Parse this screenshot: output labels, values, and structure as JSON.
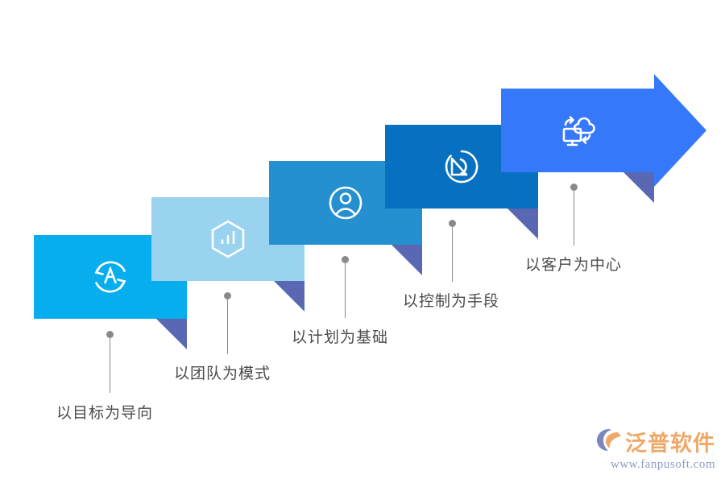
{
  "diagram": {
    "title": "",
    "type": "ascending-ribbon-steps",
    "steps": [
      {
        "index": 1,
        "label": "以目标为导向",
        "icon": "rotating-arrow-a-icon",
        "color": "#06aeee",
        "fold_color": "#5a68b4"
      },
      {
        "index": 2,
        "label": "以团队为模式",
        "icon": "hexagon-bar-chart-icon",
        "color": "#99d3ef",
        "fold_color": "#5a68b4"
      },
      {
        "index": 3,
        "label": "以计划为基础",
        "icon": "user-circle-icon",
        "color": "#2490d0",
        "fold_color": "#5a68b4"
      },
      {
        "index": 4,
        "label": "以控制为手段",
        "icon": "circular-play-target-icon",
        "color": "#0770c0",
        "fold_color": "#5a68b4"
      },
      {
        "index": 5,
        "label": "以客户为中心",
        "icon": "cloud-monitor-sync-icon",
        "color": "#3578fa",
        "fold_color": "#5a68b4"
      }
    ],
    "connector_color": "#8a8a8a",
    "label_color": "#4b4b4b",
    "background_color": "#ffffff"
  },
  "watermark": {
    "brand": "泛普软件",
    "url": "www.fanpusoft.com",
    "brand_color": "#f0a868",
    "url_color": "#8f9bc4",
    "logo_icon": "fanpu-swoosh-logo-icon"
  }
}
